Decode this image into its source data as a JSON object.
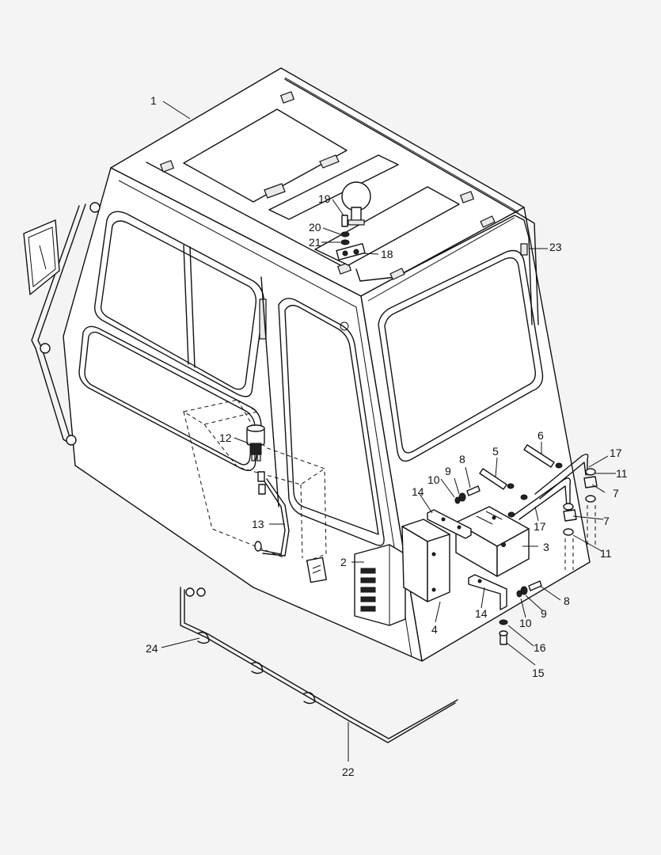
{
  "diagram": {
    "callouts": [
      {
        "id": "c1",
        "label": "1"
      },
      {
        "id": "c2",
        "label": "2"
      },
      {
        "id": "c3",
        "label": "3"
      },
      {
        "id": "c4",
        "label": "4"
      },
      {
        "id": "c5",
        "label": "5"
      },
      {
        "id": "c6",
        "label": "6"
      },
      {
        "id": "c7a",
        "label": "7"
      },
      {
        "id": "c7b",
        "label": "7"
      },
      {
        "id": "c8a",
        "label": "8"
      },
      {
        "id": "c8b",
        "label": "8"
      },
      {
        "id": "c9a",
        "label": "9"
      },
      {
        "id": "c9b",
        "label": "9"
      },
      {
        "id": "c10a",
        "label": "10"
      },
      {
        "id": "c10b",
        "label": "10"
      },
      {
        "id": "c11a",
        "label": "11"
      },
      {
        "id": "c11b",
        "label": "11"
      },
      {
        "id": "c12",
        "label": "12"
      },
      {
        "id": "c13",
        "label": "13"
      },
      {
        "id": "c14a",
        "label": "14"
      },
      {
        "id": "c14b",
        "label": "14"
      },
      {
        "id": "c15",
        "label": "15"
      },
      {
        "id": "c16",
        "label": "16"
      },
      {
        "id": "c17a",
        "label": "17"
      },
      {
        "id": "c17b",
        "label": "17"
      },
      {
        "id": "c18",
        "label": "18"
      },
      {
        "id": "c19",
        "label": "19"
      },
      {
        "id": "c20",
        "label": "20"
      },
      {
        "id": "c21",
        "label": "21"
      },
      {
        "id": "c22",
        "label": "22"
      },
      {
        "id": "c23",
        "label": "23"
      },
      {
        "id": "c24",
        "label": "24"
      }
    ]
  }
}
